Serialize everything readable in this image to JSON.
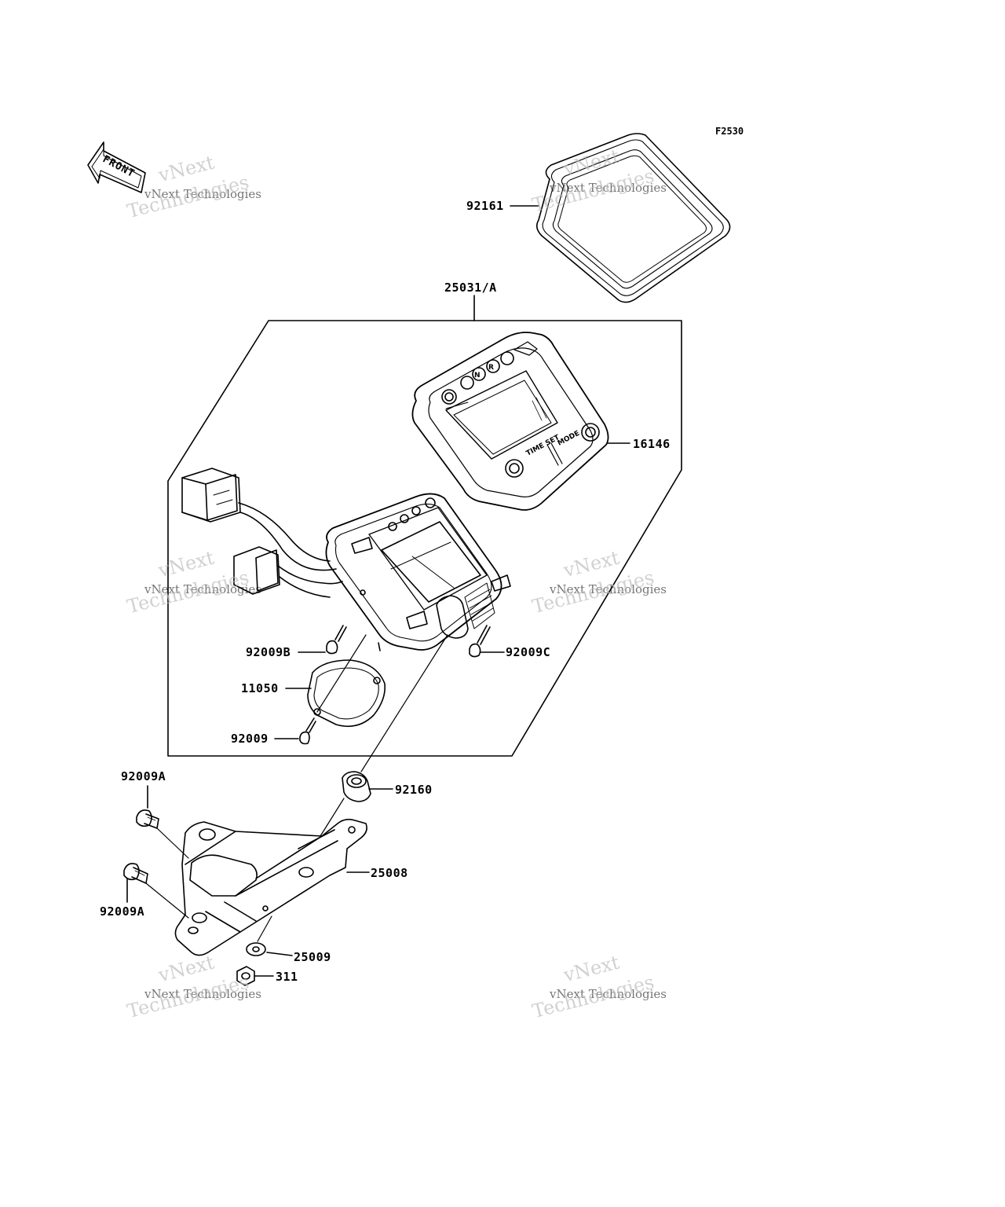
{
  "diagram_code": "F2530",
  "front_label": "FRONT",
  "watermark": {
    "line1": "vNext Technologies",
    "line2": "Technologies",
    "line3": "vNext"
  },
  "meter_face": {
    "time_set": "TIME SET",
    "mode": "MODE"
  },
  "parts": {
    "p92161": "92161",
    "p25031": "25031/A",
    "p16146": "16146",
    "p92009B": "92009B",
    "p92009C": "92009C",
    "p11050": "11050",
    "p92009": "92009",
    "p92160": "92160",
    "p92009A_top": "92009A",
    "p25008": "25008",
    "p92009A_bottom": "92009A",
    "p25009": "25009",
    "p311": "311"
  }
}
